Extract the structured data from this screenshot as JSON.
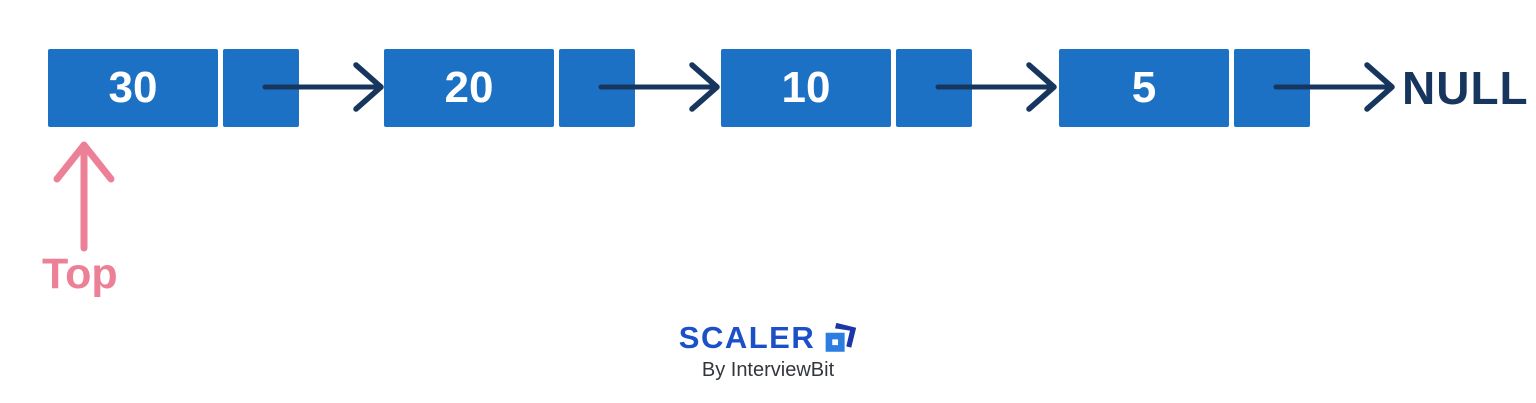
{
  "diagram": {
    "nodes": [
      {
        "value": "30"
      },
      {
        "value": "20"
      },
      {
        "value": "10"
      },
      {
        "value": "5"
      }
    ],
    "null_label": "NULL",
    "top_label": "Top"
  },
  "logo": {
    "brand": "SCALER",
    "subtitle": "By InterviewBit"
  },
  "colors": {
    "node_fill": "#1d71c5",
    "node_text": "#ffffff",
    "arrow_navy": "#17365e",
    "top_pink": "#ec8096",
    "logo_blue": "#1b50c8",
    "cube_dark": "#1a36a8",
    "cube_light": "#2b7de2",
    "subtitle_gray": "#33373c"
  }
}
